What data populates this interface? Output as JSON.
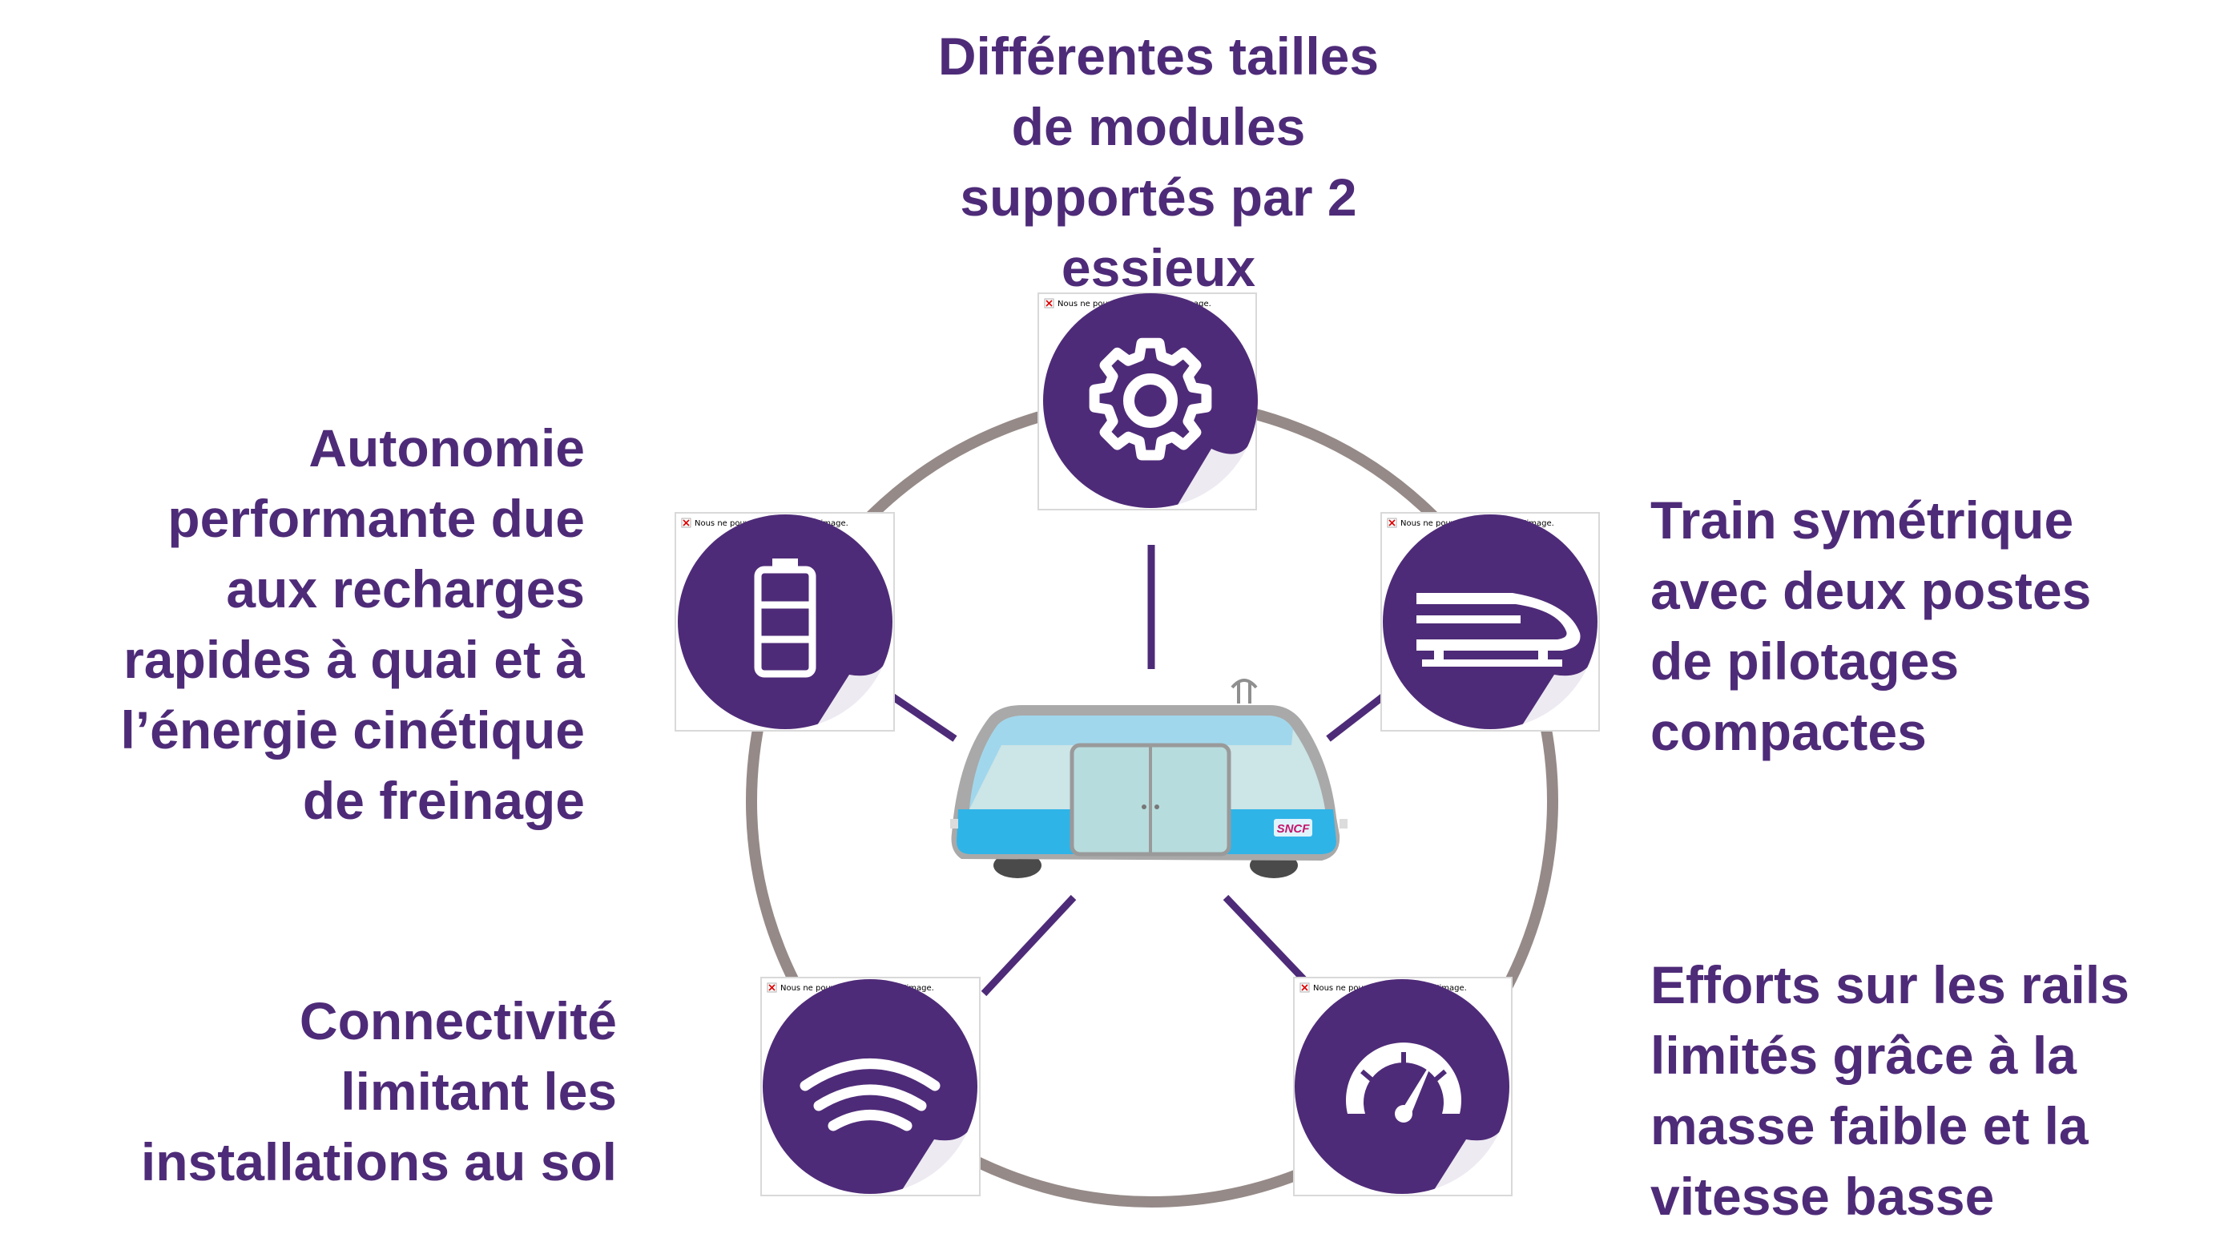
{
  "colors": {
    "purple": "#4e2b78",
    "ring": "#958a88",
    "spoke": "#4e2b78",
    "train_blue": "#2fb4e8",
    "train_glass": "#bfe0e2",
    "train_body": "#a6a6a6"
  },
  "features": {
    "top": {
      "lines": [
        "Différentes tailles",
        "de modules",
        "supportés par 2",
        "essieux"
      ],
      "icon": "gear-icon"
    },
    "left": {
      "lines": [
        "Autonomie",
        "performante due",
        "aux recharges",
        "rapides à quai et à",
        "l’énergie cinétique",
        "de freinage"
      ],
      "icon": "battery-icon"
    },
    "right": {
      "lines": [
        "Train symétrique",
        "avec deux postes",
        "de pilotages",
        "compactes"
      ],
      "icon": "high-speed-train-icon"
    },
    "bottom_left": {
      "lines": [
        "Connectivité",
        "limitant les",
        "installations au sol"
      ],
      "icon": "wifi-signal-icon"
    },
    "bottom_right": {
      "lines": [
        "Efforts sur les rails",
        "limités grâce à la",
        "masse faible et la",
        "vitesse basse"
      ],
      "icon": "speedometer-icon"
    }
  },
  "broken_image_text": "Nous ne pouvons pas afficher l’image.",
  "vehicle": {
    "logo_text": "SNCF"
  }
}
